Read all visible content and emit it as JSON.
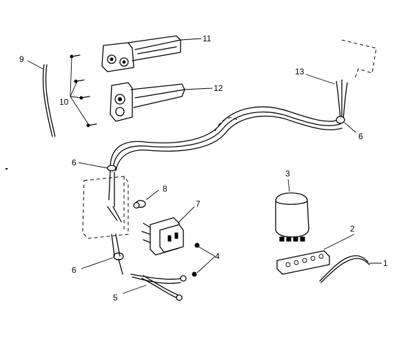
{
  "labels": {
    "p1": "1",
    "p2": "2",
    "p3": "3",
    "p4": "4",
    "p5": "5",
    "p6a": "6",
    "p6b": "6",
    "p6c": "6",
    "p7": "7",
    "p8": "8",
    "p9": "9",
    "p10": "10",
    "p11": "11",
    "p12": "12",
    "p13": "13"
  }
}
